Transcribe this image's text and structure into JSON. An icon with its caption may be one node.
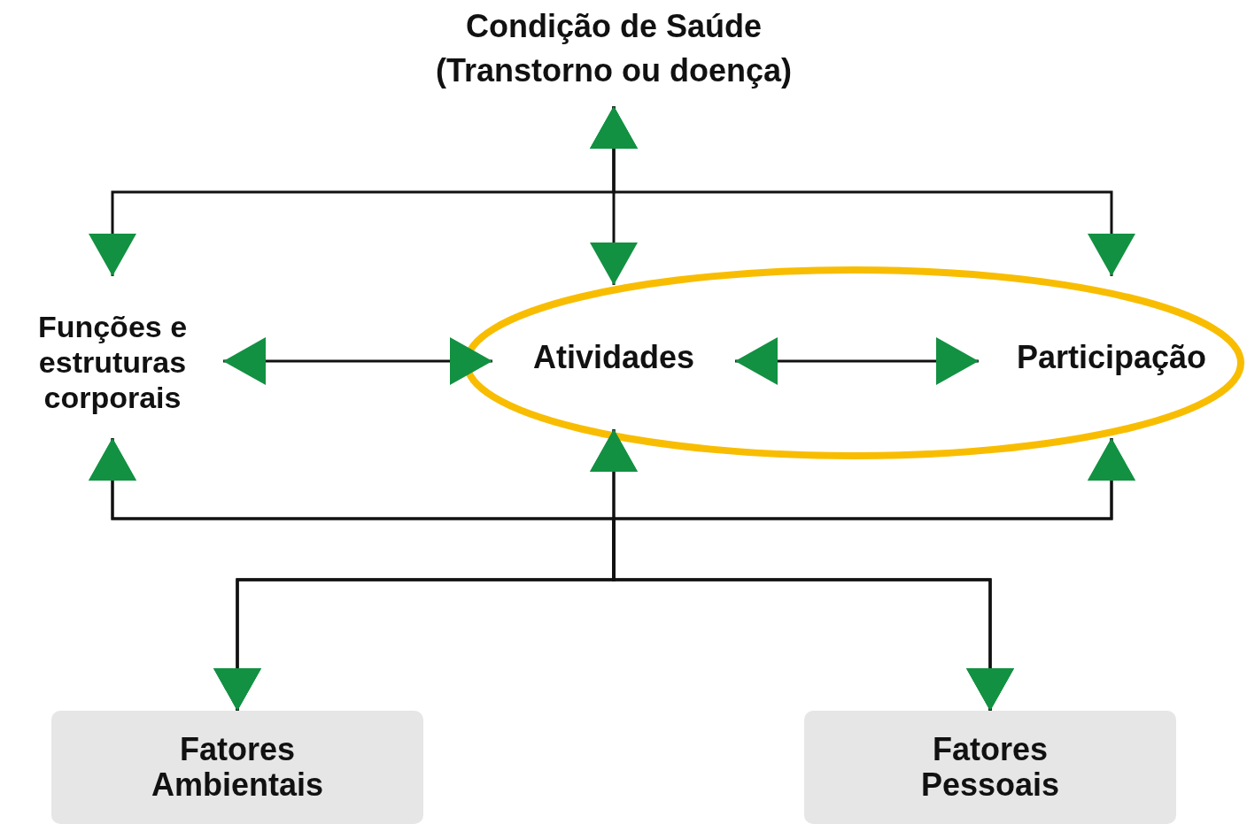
{
  "diagram": {
    "nodes": [
      {
        "text": [
          "Condição de Saúde (Transtorno ou doença)"
        ]
      },
      {
        "text": [
          "Funções e estruturas corporais"
        ]
      },
      {
        "text": [],
        "shape": "ellipse"
      },
      {
        "text": [
          "Atividades"
        ],
        "in": 2
      },
      {
        "text": [
          "Participação"
        ],
        "in": 2
      },
      {
        "text": [
          "Fatores Ambientais"
        ]
      },
      {
        "text": [
          "Fatores Pessoais"
        ]
      }
    ],
    "edges": [
      {
        "from": 0,
        "to": 1,
        "arrow": "both"
      },
      {
        "from": 0,
        "to": 3,
        "arrow": "both"
      },
      {
        "from": 0,
        "to": 4,
        "arrow": "both"
      },
      {
        "from": 1,
        "to": 3,
        "arrow": "both"
      },
      {
        "from": 3,
        "to": 4,
        "arrow": "both"
      },
      {
        "from": 5,
        "to": 1,
        "arrow": "both"
      },
      {
        "from": 5,
        "to": 3,
        "arrow": "both"
      },
      {
        "from": 5,
        "to": 4,
        "arrow": "both"
      },
      {
        "from": 6,
        "to": 1,
        "arrow": "both"
      },
      {
        "from": 6,
        "to": 3,
        "arrow": "both"
      },
      {
        "from": 6,
        "to": 4,
        "arrow": "both"
      }
    ]
  }
}
